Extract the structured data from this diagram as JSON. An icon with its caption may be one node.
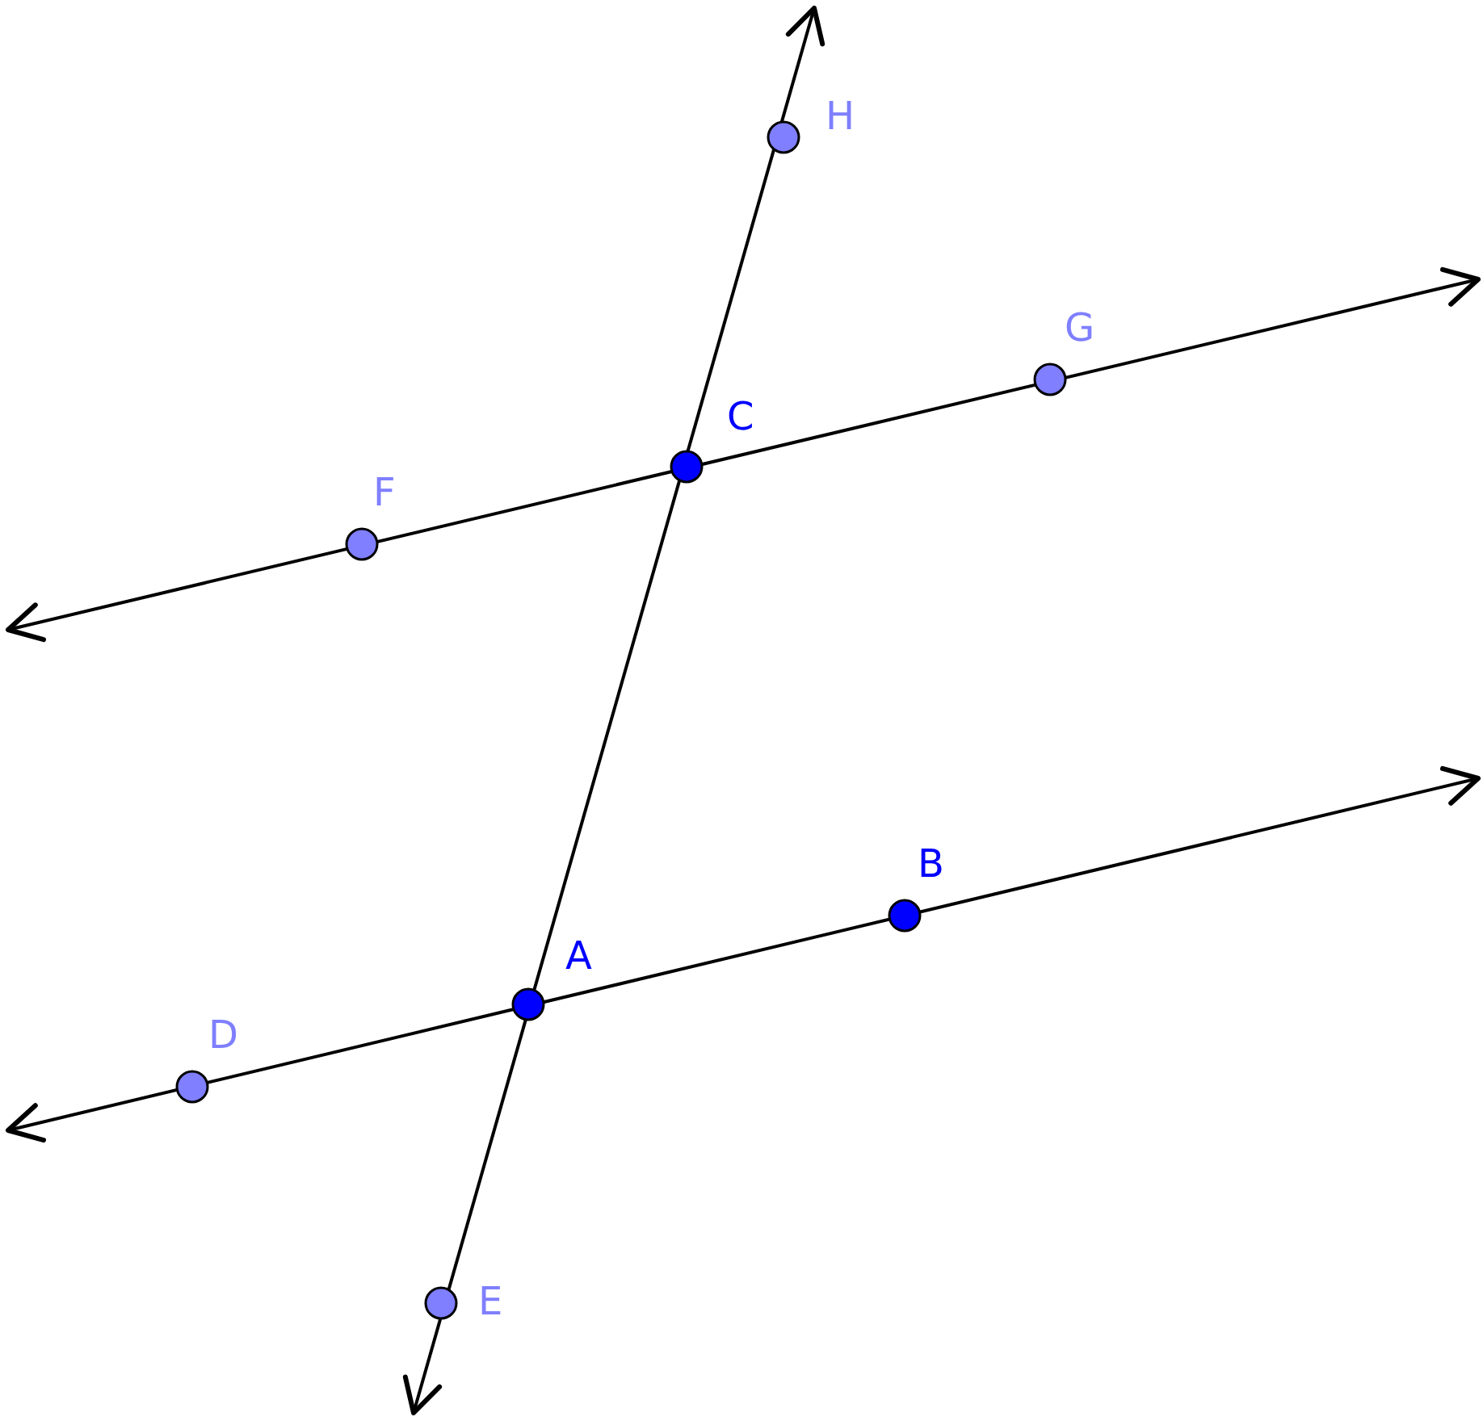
{
  "diagram": {
    "labels": [
      "H",
      "G",
      "C",
      "F",
      "B",
      "A",
      "D",
      "E"
    ]
  }
}
